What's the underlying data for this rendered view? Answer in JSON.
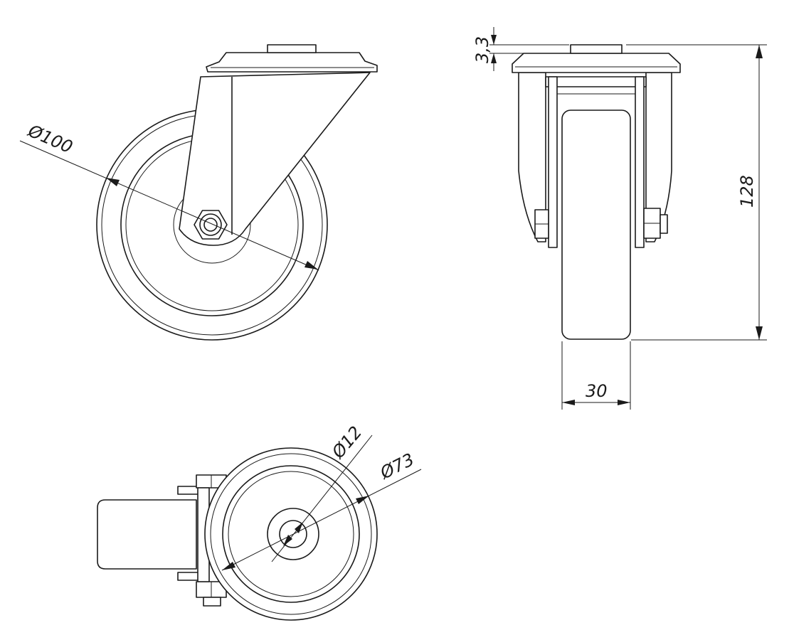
{
  "drawing": {
    "views": [
      {
        "name": "side-view"
      },
      {
        "name": "front-view"
      },
      {
        "name": "top-view"
      }
    ],
    "dimensions": {
      "wheel_diameter": "Ø100",
      "overall_height": "128",
      "plate_thickness": "3,3",
      "wheel_width": "30",
      "axle_diameter": "Ø12",
      "hub_diameter": "Ø73"
    }
  }
}
